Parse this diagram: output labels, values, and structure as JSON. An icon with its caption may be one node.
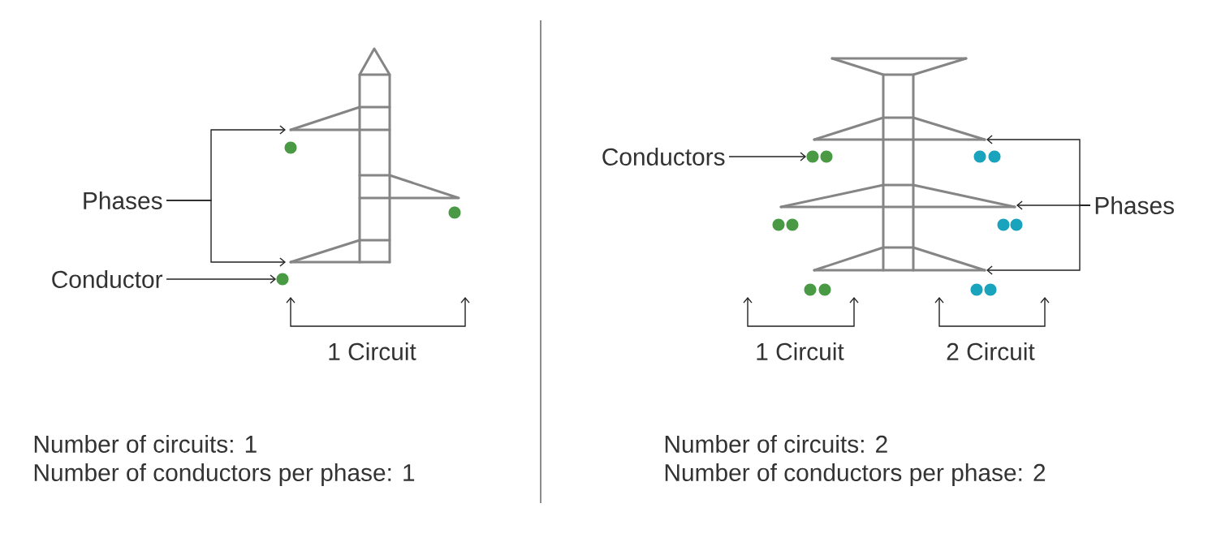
{
  "diagram": {
    "nodes": [
      {
        "text": [
          "Phases"
        ]
      },
      {
        "text": [
          "Conductor"
        ]
      },
      {
        "text": [
          "Conductors"
        ]
      },
      {
        "text": [
          "Phases"
        ]
      },
      {
        "text": [],
        "shape": "circle"
      },
      {
        "text": [],
        "shape": "circle"
      },
      {
        "text": [],
        "shape": "circle"
      },
      {
        "text": [],
        "shape": "circle"
      },
      {
        "text": [],
        "shape": "circle"
      },
      {
        "text": [],
        "shape": "circle"
      },
      {
        "text": [],
        "shape": "circle"
      },
      {
        "text": [],
        "shape": "circle"
      },
      {
        "text": [],
        "shape": "circle"
      },
      {
        "text": [],
        "shape": "circle"
      },
      {
        "text": [],
        "shape": "circle"
      },
      {
        "text": [],
        "shape": "circle"
      },
      {
        "text": [],
        "shape": "circle"
      },
      {
        "text": [],
        "shape": "circle"
      },
      {
        "text": [],
        "shape": "circle"
      }
    ],
    "edges": [
      {
        "from": 0,
        "to": 4,
        "arrow": "to"
      },
      {
        "from": 0,
        "to": 6,
        "arrow": "to"
      },
      {
        "from": 1,
        "to": 6,
        "arrow": "to"
      },
      {
        "from": 2,
        "to": 7,
        "arrow": "to"
      },
      {
        "from": 3,
        "to": 10,
        "arrow": "to"
      },
      {
        "from": 3,
        "to": 14,
        "arrow": "to"
      },
      {
        "from": 3,
        "to": 18,
        "arrow": "to"
      }
    ],
    "labels": [
      "1 Circuit",
      "Number of circuits: 1",
      "Number of conductors per phase: 1",
      "1 Circuit",
      "2 Circuit",
      "Number of circuits: 2",
      "Number of conductors per phase: 2"
    ]
  }
}
